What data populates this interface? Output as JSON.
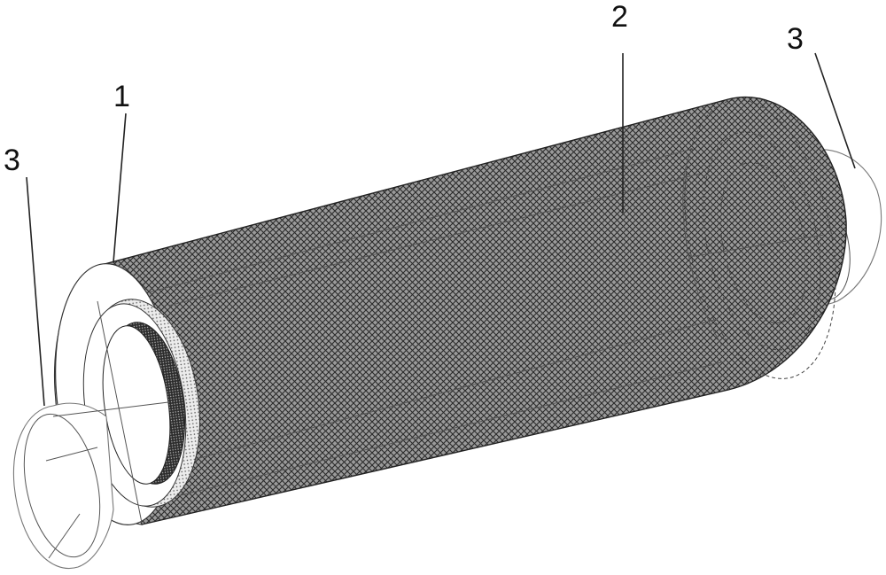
{
  "figure": {
    "labels": {
      "part_1": "1",
      "part_2": "2",
      "part_3_left": "3",
      "part_3_right": "3"
    },
    "colors": {
      "mesh_fill": "#8a8a8a",
      "mesh_line": "#2a2a2a",
      "dot_fill": "#e8e8e8",
      "inner_dark": "#1a1a1a",
      "outline": "#222222"
    }
  }
}
